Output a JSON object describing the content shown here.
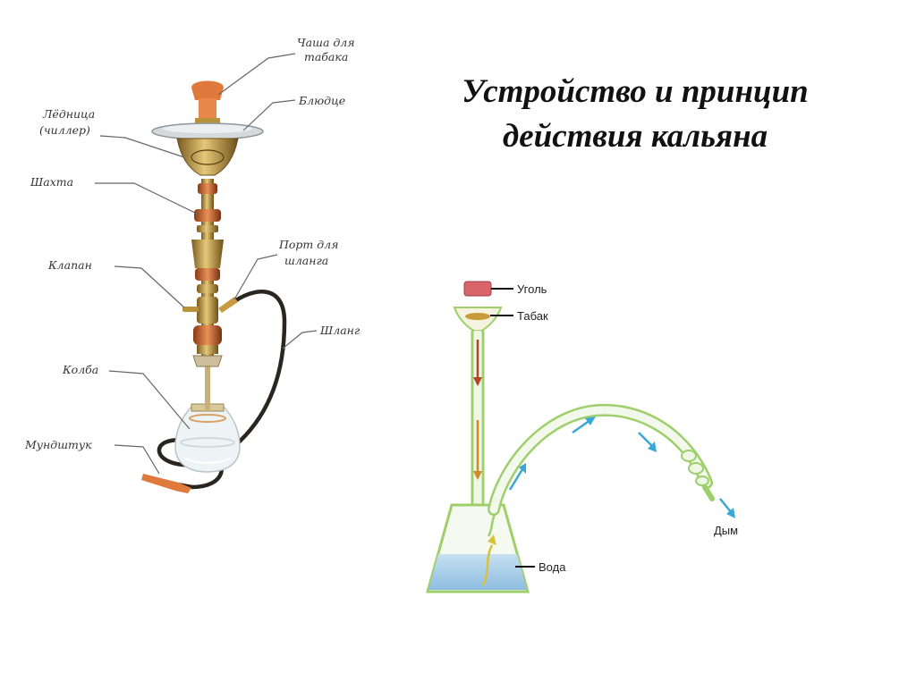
{
  "title": {
    "line1": "Устройство  и принцип",
    "line2": "действия кальяна"
  },
  "hookah_parts": {
    "bowl_line1": "Чаша для",
    "bowl_line2": "табака",
    "plate": "Блюдце",
    "chiller_line1": "Лёдница",
    "chiller_line2": "(чиллер)",
    "shaft": "Шахта",
    "valve": "Клапан",
    "port_line1": "Порт для",
    "port_line2": "шланга",
    "hose": "Шланг",
    "flask": "Колба",
    "mouthpiece": "Мундштук"
  },
  "principle": {
    "coal": "Уголь",
    "tobacco": "Табак",
    "water": "Вода",
    "smoke": "Дым"
  },
  "colors": {
    "bowl": "#e07a3c",
    "brass": "#b8923a",
    "copper": "#c4622c",
    "hose": "#2b2520",
    "water": "#a9cfe8",
    "glass": "#9ecf6a",
    "arrow_down": "#b0452a",
    "arrow_smoke": "#3aa7d6"
  }
}
